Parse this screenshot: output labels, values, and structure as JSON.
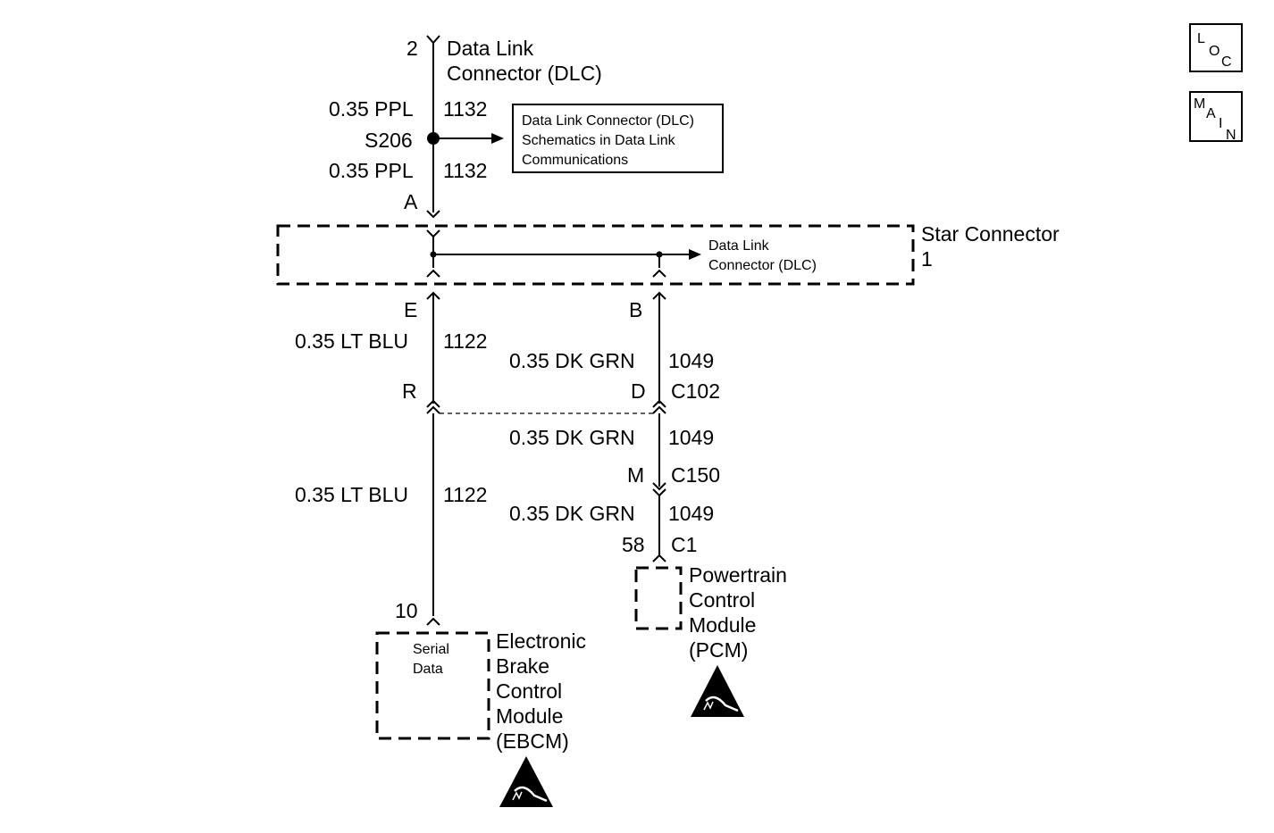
{
  "nav": {
    "loc": [
      "L",
      "O",
      "C"
    ],
    "main": [
      "M",
      "A",
      "I",
      "N"
    ]
  },
  "dlc": {
    "pin": "2",
    "title_line1": "Data Link",
    "title_line2": "Connector (DLC)"
  },
  "wire_top": {
    "gauge_color": "0.35 PPL",
    "circuit": "1132"
  },
  "splice": {
    "name": "S206"
  },
  "wire_top2": {
    "gauge_color": "0.35 PPL",
    "circuit": "1132"
  },
  "ref_box": {
    "line1": "Data Link Connector (DLC)",
    "line2": "Schematics in Data Link",
    "line3": "Communications"
  },
  "star": {
    "pin_a": "A",
    "name": "Star Connector",
    "number": "1",
    "dlc_line1": "Data Link",
    "dlc_line2": "Connector (DLC)",
    "pin_e": "E",
    "pin_b": "B"
  },
  "left_wire": {
    "upper_gauge_color": "0.35 LT BLU",
    "upper_circuit": "1122",
    "pin_r": "R",
    "lower_gauge_color": "0.35 LT BLU",
    "lower_circuit": "1122",
    "pin_10": "10"
  },
  "right_wire": {
    "w1_gauge_color": "0.35 DK GRN",
    "w1_circuit": "1049",
    "pin_d": "D",
    "c102": "C102",
    "w2_gauge_color": "0.35 DK GRN",
    "w2_circuit": "1049",
    "pin_m": "M",
    "c150": "C150",
    "w3_gauge_color": "0.35 DK GRN",
    "w3_circuit": "1049",
    "pin_58": "58",
    "c1": "C1"
  },
  "ebcm": {
    "inner_line1": "Serial",
    "inner_line2": "Data",
    "name_line1": "Electronic",
    "name_line2": "Brake",
    "name_line3": "Control",
    "name_line4": "Module",
    "name_line5": "(EBCM)"
  },
  "pcm": {
    "name_line1": "Powertrain",
    "name_line2": "Control",
    "name_line3": "Module",
    "name_line4": "(PCM)"
  },
  "esd_icon": "esd-sensitive-icon"
}
